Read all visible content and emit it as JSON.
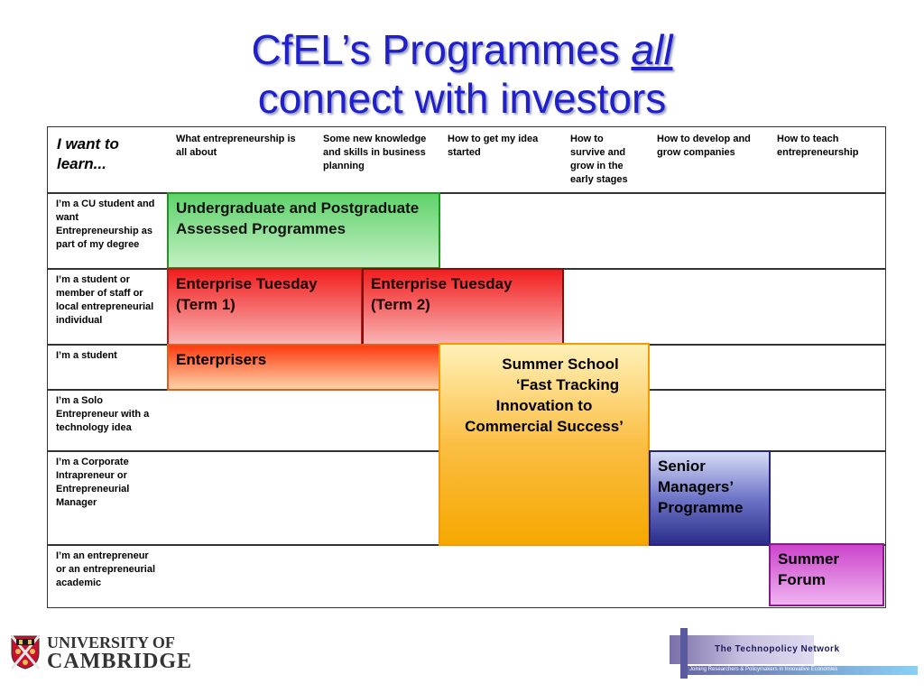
{
  "slide": {
    "title_line1_prefix": "CfEL’s Programmes ",
    "title_line1_emph": "all",
    "title_line2": "connect with investors"
  },
  "table": {
    "corner_label": "I want to learn...",
    "headers": [
      "What entrepreneurship is all about",
      "Some new knowledge and skills in business planning",
      "How to get my idea started",
      "How to survive and grow in the early stages",
      "How to develop and grow companies",
      "How to teach entrepreneurship"
    ],
    "rows": [
      "I’m a CU student and want Entrepreneurship as part of my degree",
      "I’m a student or member of staff or local entrepreneurial individual",
      "I’m a student",
      "I’m a Solo Entrepreneur with a technology idea",
      "I’m a Corporate Intrapreneur or Entrepreneurial Manager",
      "I’m an entrepreneur or an entrepreneurial academic"
    ]
  },
  "programmes": {
    "undergrad": "Undergraduate and Postgraduate Assessed Programmes",
    "et_term1": "Enterprise Tuesday (Term 1)",
    "et_term2": "Enterprise Tuesday (Term 2)",
    "enterprisers": "Enterprisers",
    "summer_school": [
      "Summer School",
      "‘Fast Tracking",
      "Innovation to",
      "Commercial Success’"
    ],
    "senior_managers": "Senior Managers’ Programme",
    "summer_forum": "Summer Forum"
  },
  "logos": {
    "cambridge_line1": "UNIVERSITY OF",
    "cambridge_line2": "CAMBRIDGE",
    "technopolicy_title": "The Technopolicy Network",
    "technopolicy_sub": "Joining Researchers & Policymakers in Innovative Economies"
  },
  "colors": {
    "title": "#1f1fcc",
    "undergrad": "#5fd36a",
    "enterprise_tuesday": "#f21e1e",
    "enterprisers": "#ff3a10",
    "summer_school": "#fbbe44",
    "senior_managers": "#2b2d8a",
    "summer_forum": "#cc44cc"
  }
}
